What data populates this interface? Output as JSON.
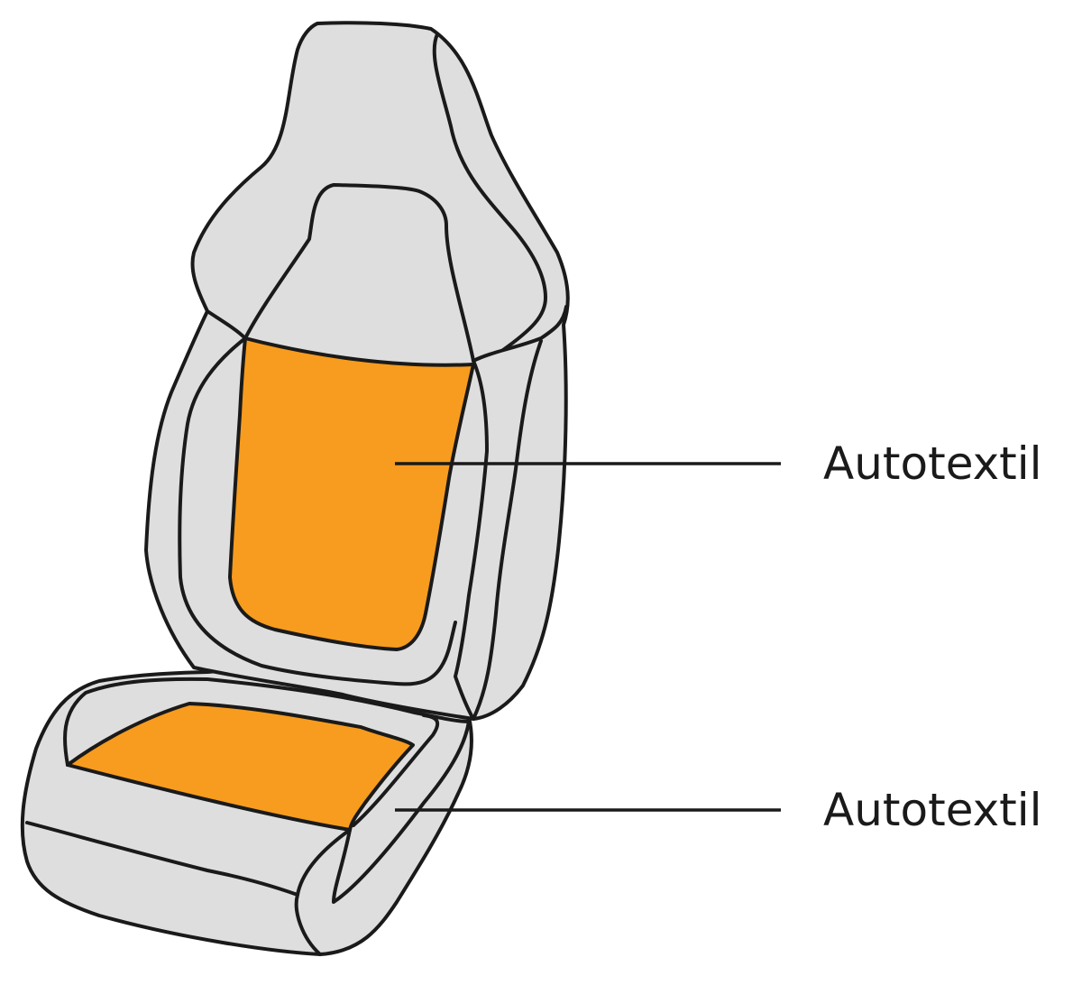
{
  "colors": {
    "seat_gray": "#dededf",
    "outline": "#1a1a1a",
    "textile_highlight": "#f79c1e"
  },
  "callouts": [
    {
      "label": "Autotextil",
      "part": "backrest-insert"
    },
    {
      "label": "Autotextil",
      "part": "seat-cushion-insert"
    }
  ]
}
